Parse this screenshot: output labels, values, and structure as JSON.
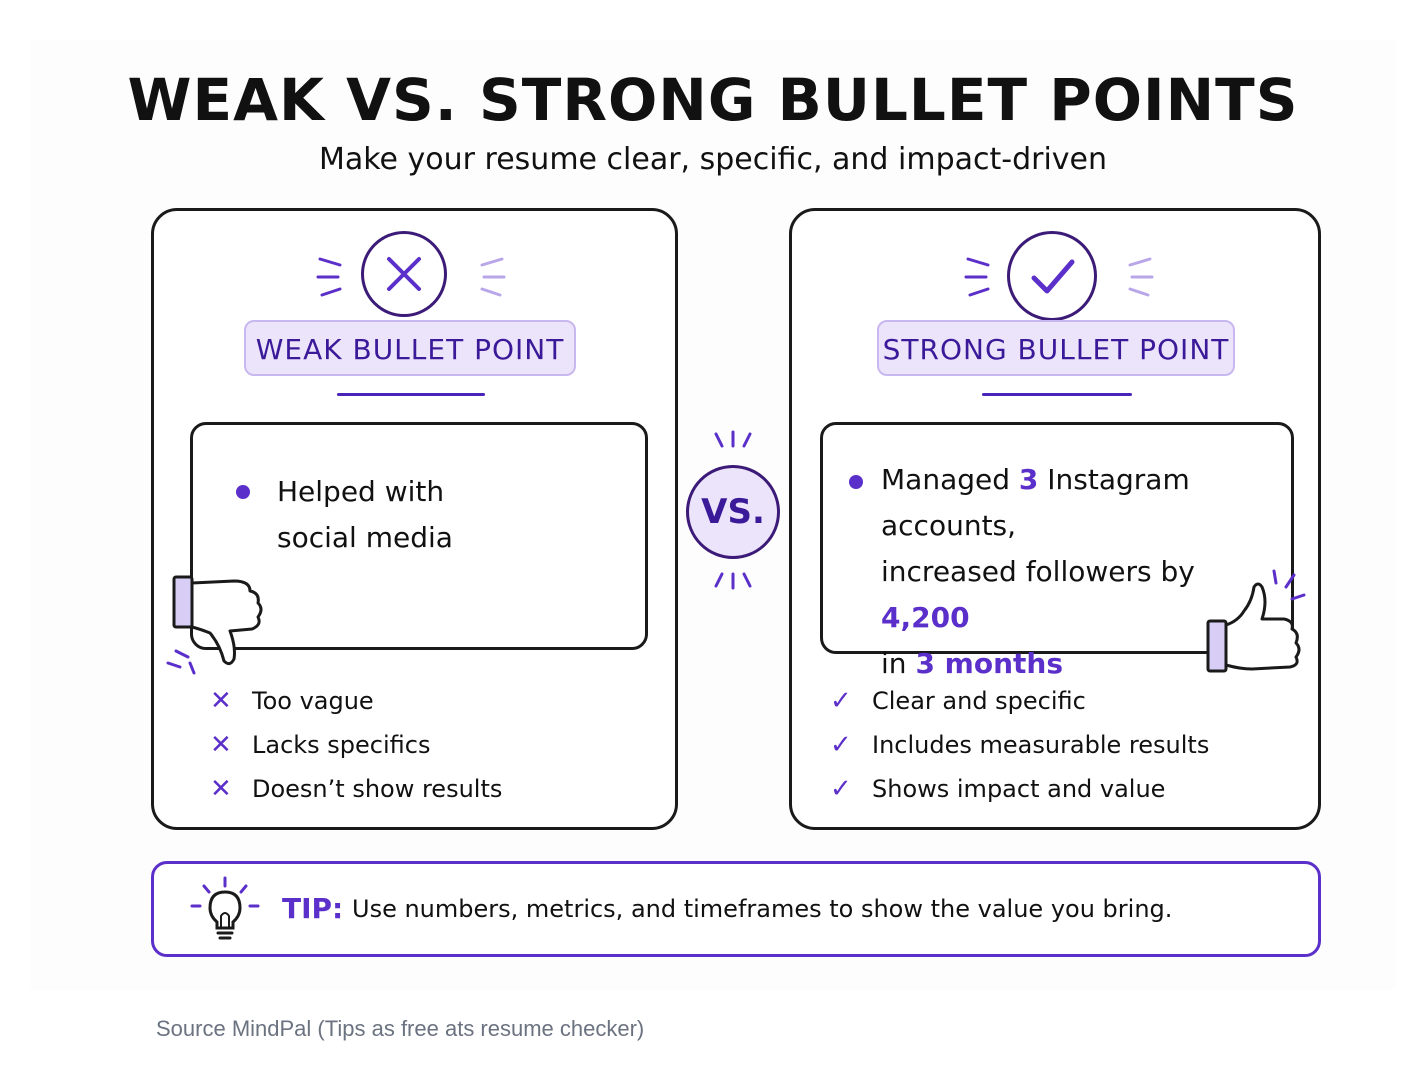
{
  "title": "WEAK VS. STRONG BULLET POINTS",
  "subtitle": "Make your resume clear, specific, and impact-driven",
  "weak": {
    "label": "WEAK BULLET POINT",
    "icon": "x-icon",
    "bullet_line1": "Helped with",
    "bullet_line2": "social media",
    "criteria": [
      "Too vague",
      "Lacks specifics",
      "Doesn’t show results"
    ]
  },
  "strong": {
    "label": "STRONG BULLET POINT",
    "icon": "check-icon",
    "b1_pre": "Managed ",
    "b1_num": "3",
    "b1_post": " Instagram accounts,",
    "b2_pre": "increased followers by ",
    "b2_num": "4,200",
    "b3_pre": "in ",
    "b3_num": "3 months",
    "criteria": [
      "Clear and specific",
      "Includes measurable results",
      "Shows impact and value"
    ]
  },
  "vs_label": "VS.",
  "tip": {
    "label": "TIP:",
    "text": "Use numbers, metrics, and timeframes to show the value you bring."
  },
  "source": "Source MindPal (Tips as free ats resume checker)",
  "colors": {
    "accent": "#5b2fc9",
    "pill_bg": "#ece4fb",
    "ink": "#111111"
  }
}
